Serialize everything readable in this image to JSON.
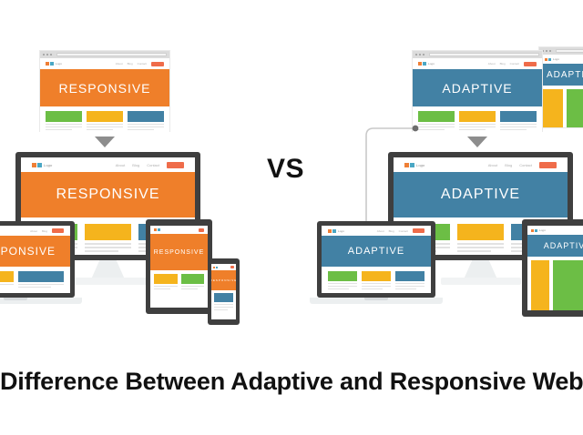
{
  "page": {
    "background_color": "#ffffff",
    "title": "Difference Between Adaptive and Responsive Web Design",
    "vs_label": "VS"
  },
  "palette": {
    "responsive_accent": "#ef7f2a",
    "adaptive_accent": "#4281a4",
    "card_green": "#6cbe45",
    "card_yellow": "#f5b41d",
    "card_blue": "#4281a4",
    "device_bezel": "#3f3f3f",
    "arrow_gray": "#8d8d8d",
    "nav_button": "#ef6c4a",
    "text_dark": "#111111",
    "line_gray": "#e2e2e2"
  },
  "left_panel": {
    "name": "responsive",
    "accent": "#ef7f2a",
    "hero_label": "RESPONSIVE",
    "browser": {
      "logo_text": "Logo",
      "nav_items": [
        "About",
        "Blog",
        "Contact"
      ],
      "nav_button_label": "Buy",
      "cards": [
        {
          "color": "#6cbe45"
        },
        {
          "color": "#f5b41d"
        },
        {
          "color": "#4281a4"
        }
      ]
    },
    "devices": [
      {
        "type": "laptop",
        "hero_label": "RESPONSIVE"
      },
      {
        "type": "desktop-monitor",
        "hero_label": "RESPONSIVE"
      },
      {
        "type": "tablet",
        "hero_label": "RESPONSIVE"
      },
      {
        "type": "phone",
        "hero_label": "RESPONSIVE"
      }
    ]
  },
  "right_panel": {
    "name": "adaptive",
    "accent": "#4281a4",
    "hero_label": "ADAPTIVE",
    "browser": {
      "logo_text": "Logo",
      "nav_items": [
        "About",
        "Blog",
        "Contact"
      ],
      "nav_button_label": "Buy",
      "cards": [
        {
          "color": "#6cbe45"
        },
        {
          "color": "#f5b41d"
        },
        {
          "color": "#4281a4"
        }
      ]
    },
    "secondary_browser": {
      "hero_label": "ADAPTIVE",
      "sidebar_color": "#f5b41d",
      "content_color": "#6cbe45"
    },
    "devices": [
      {
        "type": "laptop",
        "hero_label": "ADAPTIVE"
      },
      {
        "type": "desktop-monitor",
        "hero_label": "ADAPTIVE"
      },
      {
        "type": "tablet",
        "hero_label": "ADAPTIVE"
      }
    ]
  }
}
